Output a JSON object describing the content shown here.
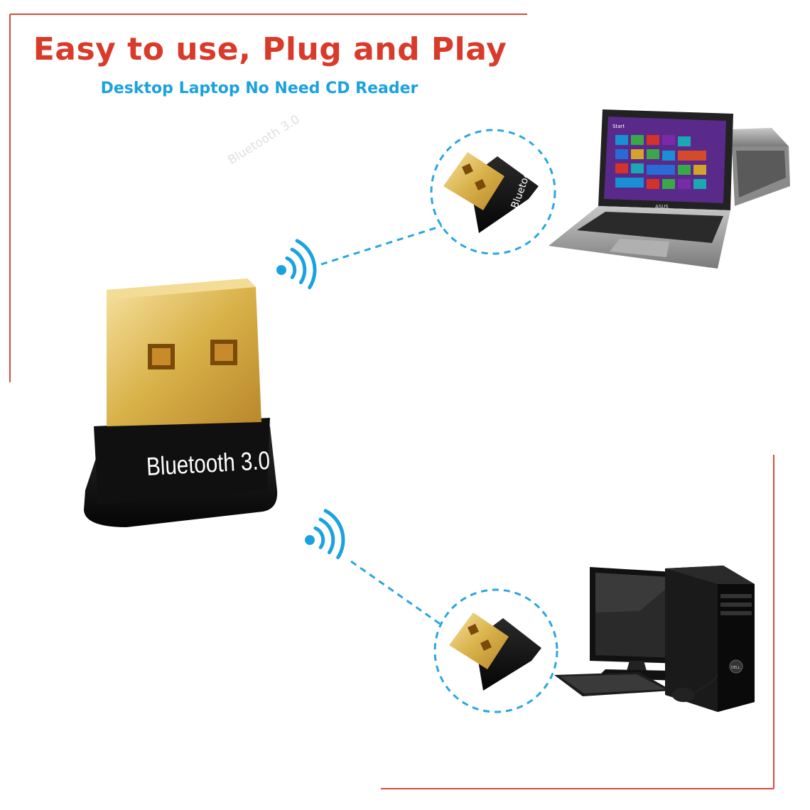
{
  "header": {
    "title": "Easy to use, Plug and Play",
    "subtitle": "Desktop Laptop No Need CD Reader"
  },
  "watermark": "Bluetooth 3.0",
  "dongle": {
    "label": "Bluetooth 3.0"
  },
  "laptop": {
    "brand": "ASUS",
    "screen_label": "Start"
  },
  "desktop": {
    "brand": "DELL"
  },
  "icons": [
    "wifi-signal-icon"
  ],
  "colors": {
    "title": "#d93b2b",
    "subtitle": "#1aa2e0",
    "frame": "#d94a3a",
    "dashed": "#2aa6e0",
    "gold": "#d9b24a",
    "body": "#111111",
    "watermark": "#e2e2e2"
  }
}
